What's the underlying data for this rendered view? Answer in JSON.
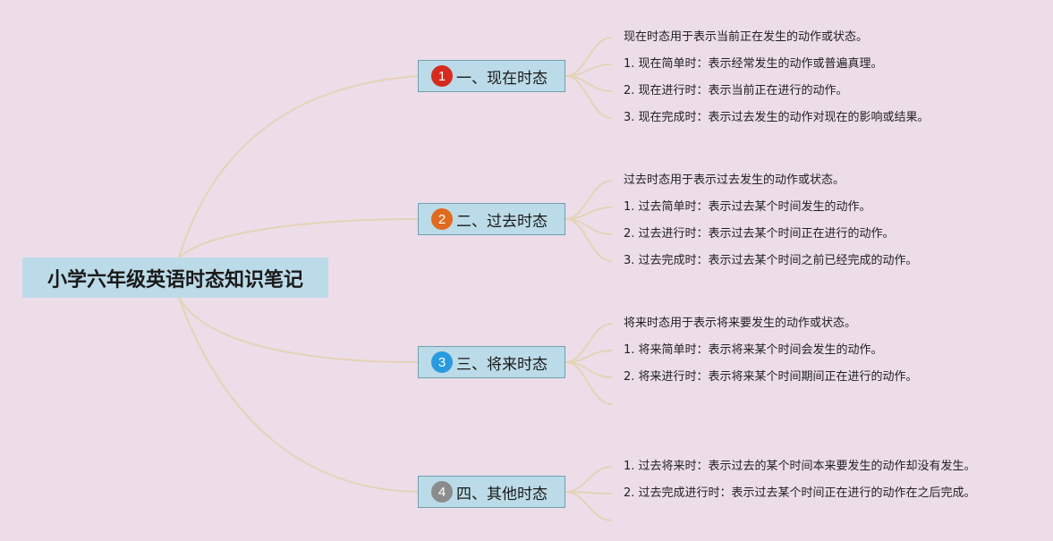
{
  "root": {
    "title": "小学六年级英语时态知识笔记"
  },
  "colors": {
    "background": "#ecdde9",
    "topic_fill": "#bcdbe8",
    "connector": "#e4d3b7"
  },
  "branches": [
    {
      "number": "1",
      "badge_color": "#d52b1e",
      "title": "一、现在时态",
      "items": [
        "现在时态用于表示当前正在发生的动作或状态。",
        "1. 现在简单时：表示经常发生的动作或普遍真理。",
        "2. 现在进行时：表示当前正在进行的动作。",
        "3. 现在完成时：表示过去发生的动作对现在的影响或结果。"
      ]
    },
    {
      "number": "2",
      "badge_color": "#e06a1e",
      "title": "二、过去时态",
      "items": [
        "过去时态用于表示过去发生的动作或状态。",
        "1. 过去简单时：表示过去某个时间发生的动作。",
        "2. 过去进行时：表示过去某个时间正在进行的动作。",
        "3. 过去完成时：表示过去某个时间之前已经完成的动作。"
      ]
    },
    {
      "number": "3",
      "badge_color": "#2a9ae0",
      "title": "三、将来时态",
      "items": [
        "将来时态用于表示将来要发生的动作或状态。",
        "1. 将来简单时：表示将来某个时间会发生的动作。",
        "2. 将来进行时：表示将来某个时间期间正在进行的动作。",
        ""
      ]
    },
    {
      "number": "4",
      "badge_color": "#8c8c8c",
      "title": "四、其他时态",
      "items": [
        "1. 过去将来时：表示过去的某个时间本来要发生的动作却没有发生。",
        "2. 过去完成进行时：表示过去某个时间正在进行的动作在之后完成。",
        ""
      ]
    }
  ]
}
